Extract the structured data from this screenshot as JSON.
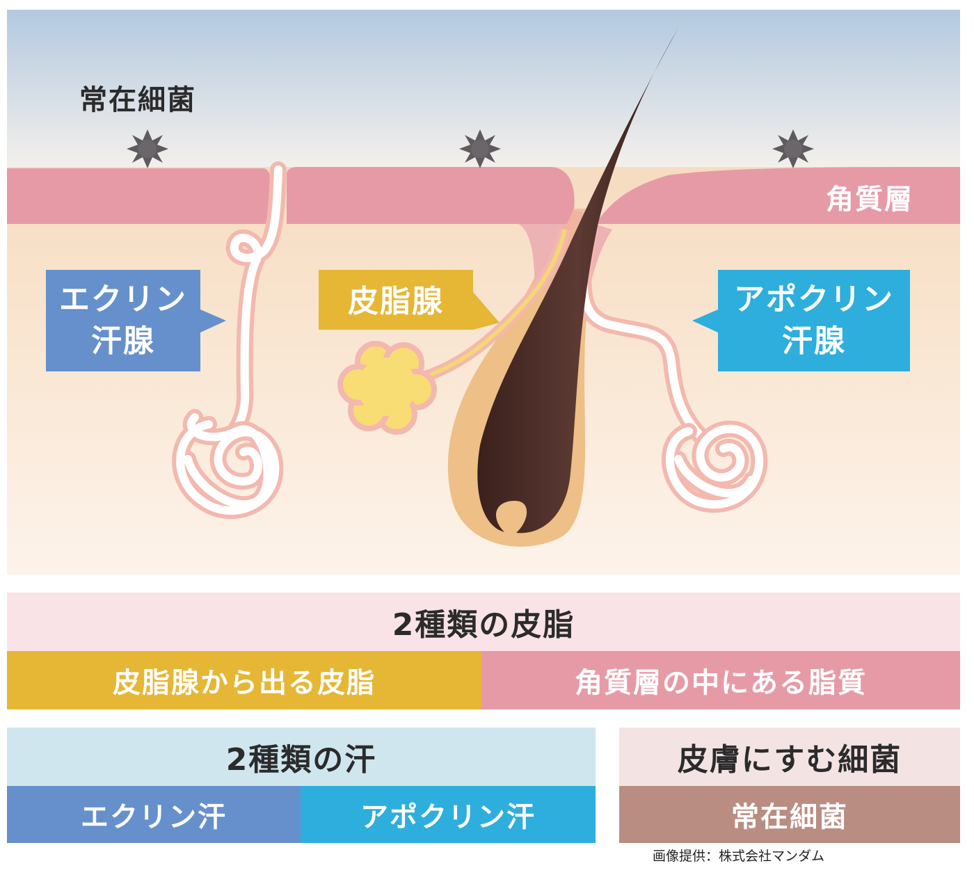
{
  "illustration": {
    "resident_bacteria_label": "常在細菌",
    "stratum_corneum_label": "角質層",
    "callouts": {
      "eccrine": [
        "エクリン",
        "汗腺"
      ],
      "sebaceous": "皮脂腺",
      "apocrine": [
        "アポクリン",
        "汗腺"
      ]
    },
    "colors": {
      "sky_top": "#b3c9e0",
      "skin_layer": "#e69aa6",
      "dermis": "#f6dcc0",
      "hair": "#4a2d28",
      "eccrine_blue": "#6590cc",
      "sebaceous_gold": "#e6b635",
      "apocrine_cyan": "#2eaedc",
      "sebum_yellow": "#f8dc74"
    }
  },
  "sebum_section": {
    "title": "2種類の皮脂",
    "left": "皮脂腺から出る皮脂",
    "right": "角質層の中にある脂質"
  },
  "sweat_section": {
    "title": "2種類の汗",
    "left": "エクリン汗",
    "right": "アポクリン汗"
  },
  "bacteria_section": {
    "title": "皮膚にすむ細菌",
    "item": "常在細菌"
  },
  "credit": "画像提供：株式会社マンダム"
}
